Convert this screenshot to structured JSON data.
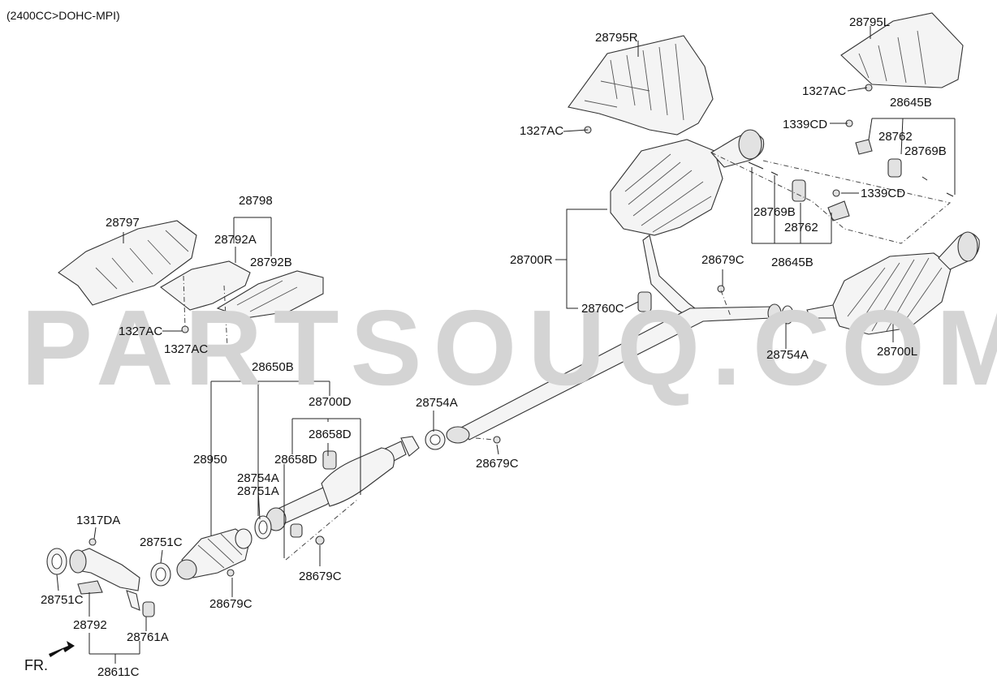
{
  "header": {
    "engine_spec": "(2400CC>DOHC-MPI)"
  },
  "watermark": {
    "text": "PARTSOUQ.COM",
    "color": "#d4d4d4"
  },
  "orientation": {
    "front_label": "FR."
  },
  "callouts": [
    {
      "id": "c0",
      "text": "28795R"
    },
    {
      "id": "c1",
      "text": "1327AC"
    },
    {
      "id": "c2",
      "text": "28795L"
    },
    {
      "id": "c3",
      "text": "1327AC"
    },
    {
      "id": "c4",
      "text": "28645B"
    },
    {
      "id": "c5",
      "text": "1339CD"
    },
    {
      "id": "c6",
      "text": "28762"
    },
    {
      "id": "c7",
      "text": "28769B"
    },
    {
      "id": "c8",
      "text": "1339CD"
    },
    {
      "id": "c9",
      "text": "28769B"
    },
    {
      "id": "c10",
      "text": "28762"
    },
    {
      "id": "c11",
      "text": "28645B"
    },
    {
      "id": "c12",
      "text": "28700R"
    },
    {
      "id": "c13",
      "text": "28679C"
    },
    {
      "id": "c14",
      "text": "28760C"
    },
    {
      "id": "c15",
      "text": "28754A"
    },
    {
      "id": "c16",
      "text": "28700L"
    },
    {
      "id": "c17",
      "text": "28798"
    },
    {
      "id": "c18",
      "text": "28797"
    },
    {
      "id": "c19",
      "text": "28792A"
    },
    {
      "id": "c20",
      "text": "28792B"
    },
    {
      "id": "c21",
      "text": "1327AC"
    },
    {
      "id": "c22",
      "text": "1327AC"
    },
    {
      "id": "c23",
      "text": "28650B"
    },
    {
      "id": "c24",
      "text": "28700D"
    },
    {
      "id": "c25",
      "text": "28754A"
    },
    {
      "id": "c26",
      "text": "28658D"
    },
    {
      "id": "c27",
      "text": "28658D"
    },
    {
      "id": "c28",
      "text": "28950"
    },
    {
      "id": "c29",
      "text": "28754A"
    },
    {
      "id": "c30",
      "text": "28751A"
    },
    {
      "id": "c31",
      "text": "28679C"
    },
    {
      "id": "c32",
      "text": "1317DA"
    },
    {
      "id": "c33",
      "text": "28751C"
    },
    {
      "id": "c34",
      "text": "28751C"
    },
    {
      "id": "c35",
      "text": "28679C"
    },
    {
      "id": "c36",
      "text": "28792"
    },
    {
      "id": "c37",
      "text": "28761A"
    },
    {
      "id": "c38",
      "text": "28611C"
    },
    {
      "id": "c39",
      "text": "28679C"
    }
  ]
}
